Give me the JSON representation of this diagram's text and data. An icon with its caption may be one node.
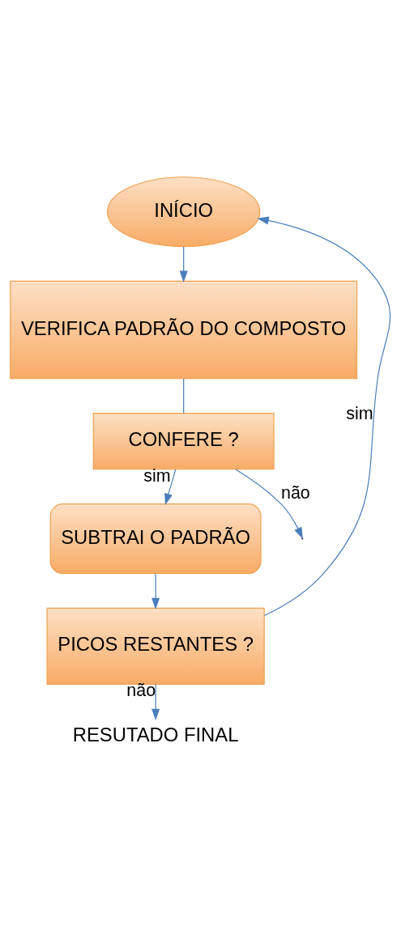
{
  "diagram": {
    "nodes": [
      {
        "text": [
          "INÍCIO"
        ]
      },
      {
        "text": [
          "VERIFICA PADRÃO DO COMPOSTO"
        ]
      },
      {
        "text": [
          "CONFERE ?"
        ]
      },
      {
        "text": [
          "SUBTRAI O PADRÃO"
        ]
      },
      {
        "text": [
          "PICOS RESTANTES ?"
        ]
      },
      {
        "text": [
          "RESUTADO FINAL"
        ]
      }
    ],
    "edges": [
      {
        "from": 0,
        "to": 1,
        "arrow": "to"
      },
      {
        "from": 1,
        "to": 2,
        "arrow": "none"
      },
      {
        "from": 2,
        "to": null,
        "arrow": "to",
        "label": "não"
      },
      {
        "from": 2,
        "to": 3,
        "arrow": "to",
        "label": "sim"
      },
      {
        "from": 3,
        "to": 4,
        "arrow": "to"
      },
      {
        "from": 4,
        "to": 0,
        "arrow": "to",
        "label": "sim"
      },
      {
        "from": 4,
        "to": 5,
        "arrow": "to",
        "label": "não"
      }
    ]
  }
}
